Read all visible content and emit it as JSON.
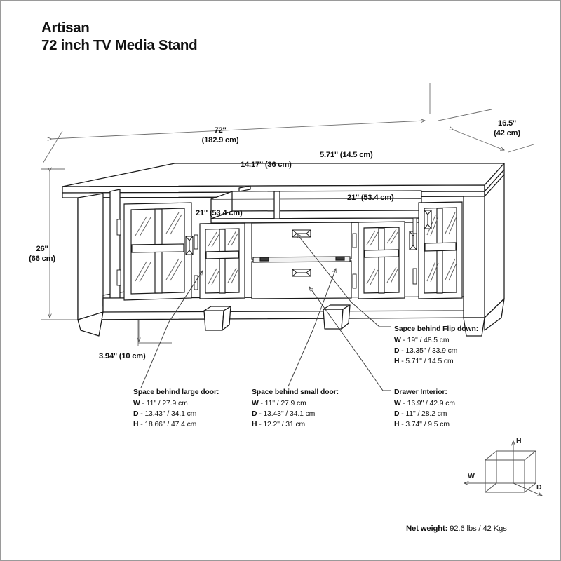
{
  "document": {
    "title_line1": "Artisan",
    "title_line2": "72 inch TV Media Stand"
  },
  "dimensions": {
    "width_overall": {
      "inches": "72''",
      "cm": "(182.9 cm)"
    },
    "depth_overall": {
      "inches": "16.5''",
      "cm": "(42 cm)"
    },
    "height_overall": {
      "inches": "26''",
      "cm": "(66 cm)"
    },
    "leg_clearance": "3.94'' (10 cm)",
    "open_shelf_width": "14.17'' (36 cm)",
    "open_shelf_height": "5.71'' (14.5 cm)",
    "bay_left": "21'' (53.4 cm)",
    "bay_right": "21'' (53.4 cm)"
  },
  "annotations": [
    {
      "id": "large-door",
      "title": "Space behind large door:",
      "rows": [
        {
          "axis": "W",
          "value": "11'' / 27.9 cm"
        },
        {
          "axis": "D",
          "value": "13.43'' / 34.1 cm"
        },
        {
          "axis": "H",
          "value": "18.66'' / 47.4 cm"
        }
      ]
    },
    {
      "id": "small-door",
      "title": "Space behind small door:",
      "rows": [
        {
          "axis": "W",
          "value": "11'' / 27.9 cm"
        },
        {
          "axis": "D",
          "value": "13.43'' / 34.1 cm"
        },
        {
          "axis": "H",
          "value": "12.2'' / 31 cm"
        }
      ]
    },
    {
      "id": "flip-down",
      "title": "Sapce behind Flip down:",
      "rows": [
        {
          "axis": "W",
          "value": "19'' / 48.5 cm"
        },
        {
          "axis": "D",
          "value": "13.35'' / 33.9 cm"
        },
        {
          "axis": "H",
          "value": "5.71'' / 14.5 cm"
        }
      ]
    },
    {
      "id": "drawer-interior",
      "title": "Drawer Interior:",
      "rows": [
        {
          "axis": "W",
          "value": "16.9'' / 42.9 cm"
        },
        {
          "axis": "D",
          "value": "11'' / 28.2 cm"
        },
        {
          "axis": "H",
          "value": "3.74'' / 9.5 cm"
        }
      ]
    }
  ],
  "legend_cube": {
    "height_axis": "H",
    "width_axis": "W",
    "depth_axis": "D"
  },
  "footer": {
    "net_weight_label": "Net weight:",
    "net_weight_value": "92.6 lbs / 42 Kgs"
  },
  "colors": {
    "line": "#1a1a1a",
    "dimension_line": "#5a5a5a",
    "text": "#111111",
    "background": "#ffffff",
    "border": "#9a9a9a"
  }
}
